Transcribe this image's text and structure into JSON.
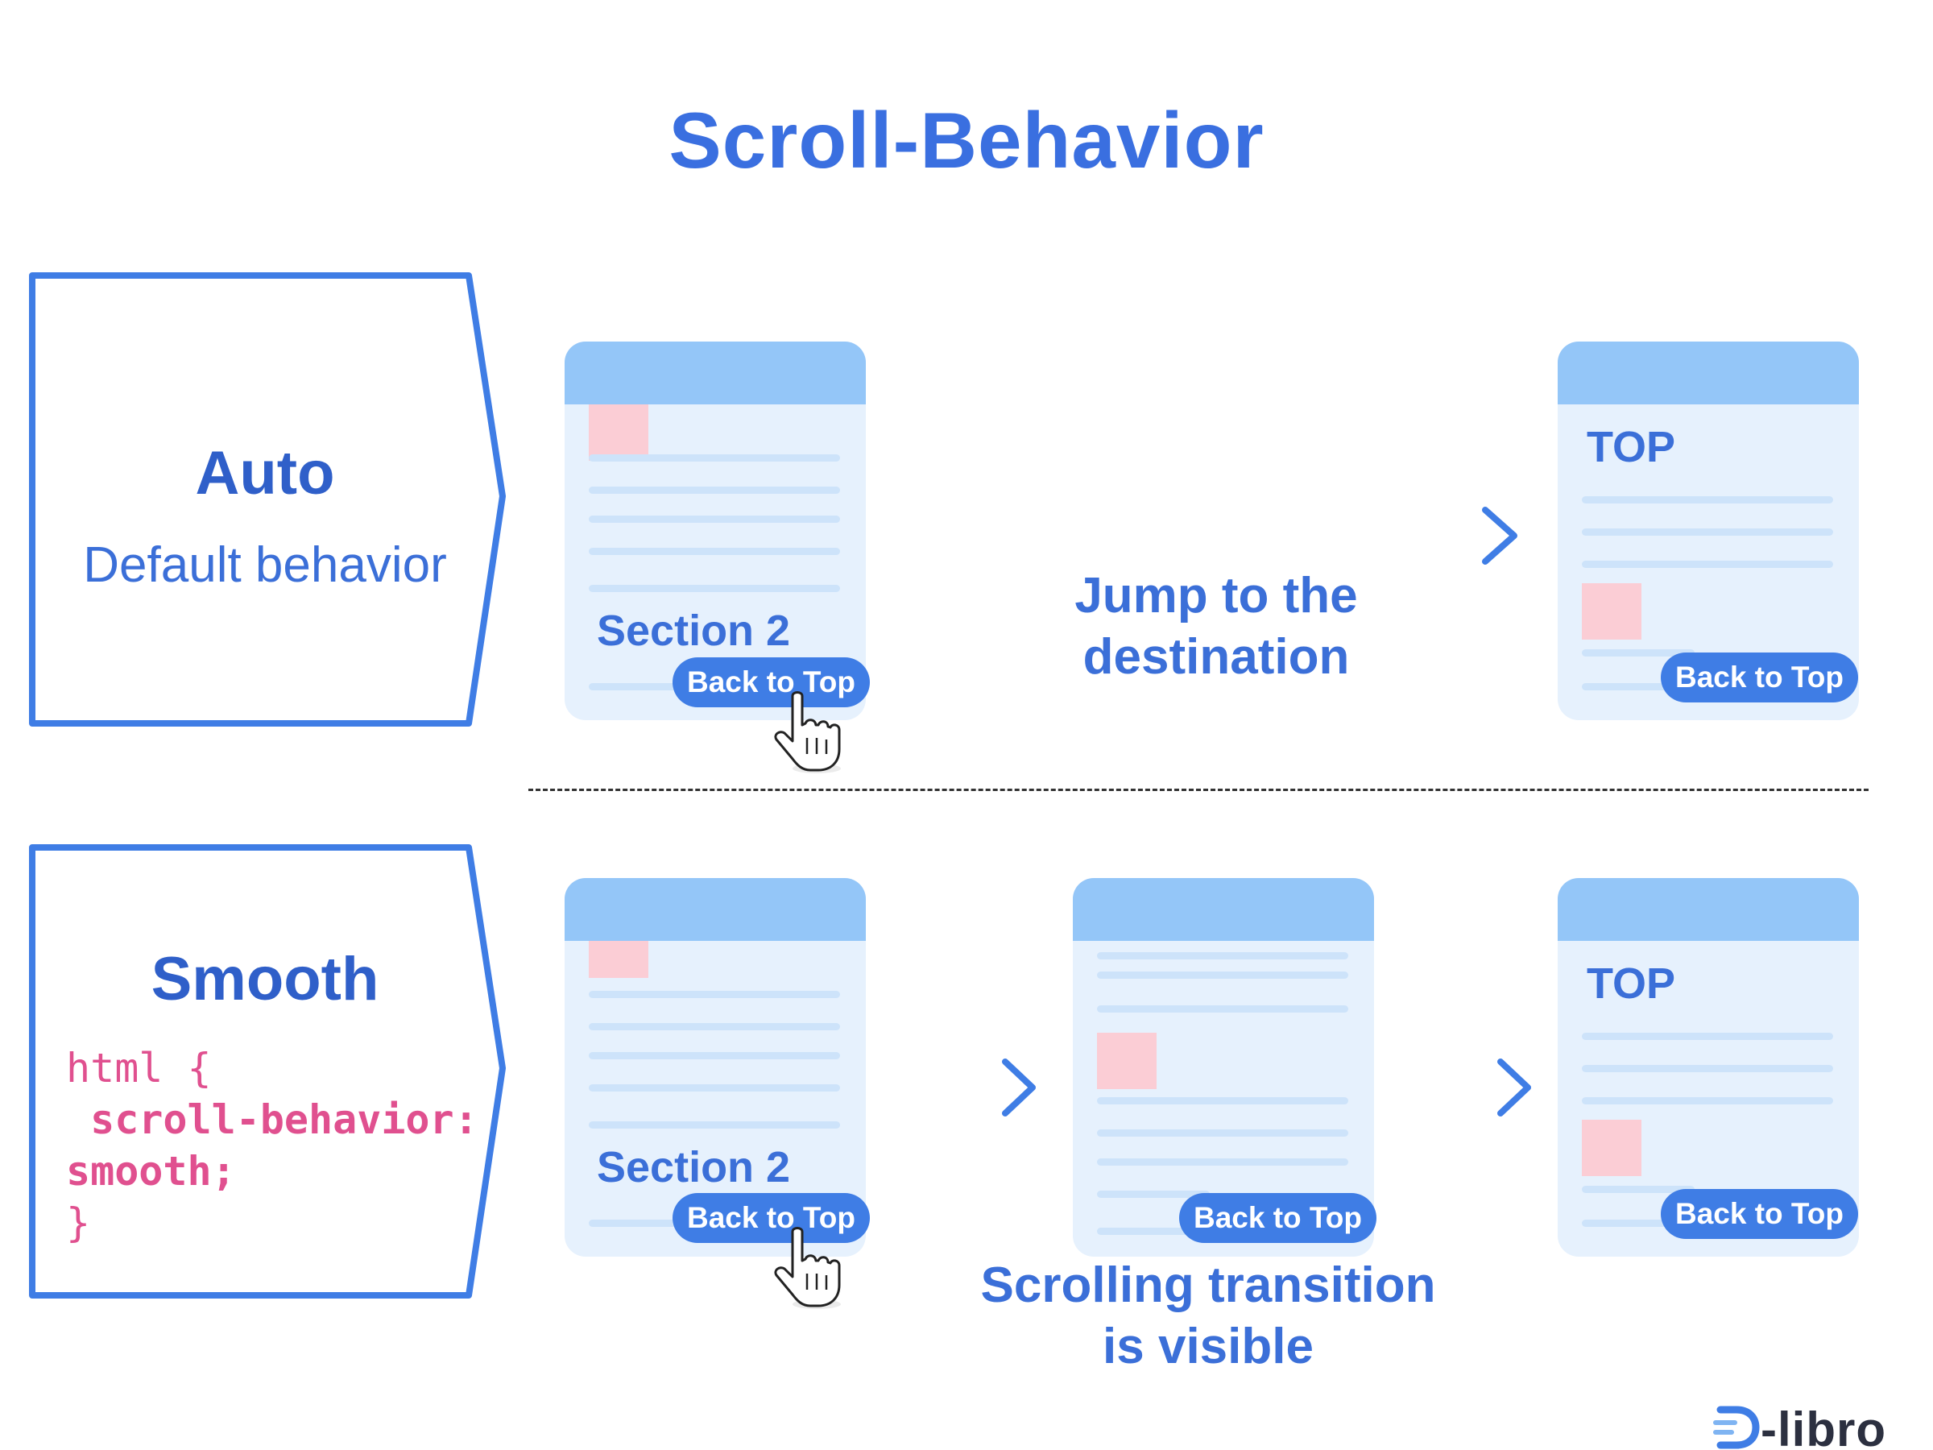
{
  "title": "Scroll-Behavior",
  "colors": {
    "title": "#3a6fe0",
    "accent": "#3f7de5",
    "code": "#e0508f"
  },
  "auto": {
    "name": "Auto",
    "subtitle": "Default behavior",
    "caption_line1": "Jump to the",
    "caption_line2": "destination"
  },
  "smooth": {
    "name": "Smooth",
    "code_line1": "html {",
    "code_line2": " scroll-behavior:",
    "code_line3": "smooth;",
    "code_line4": "}",
    "caption_line1": "Scrolling transition",
    "caption_line2": "is visible"
  },
  "page": {
    "section_label": "Section 2",
    "top_label": "TOP",
    "button_label": "Back to Top"
  },
  "logo": {
    "text": "-libro"
  }
}
